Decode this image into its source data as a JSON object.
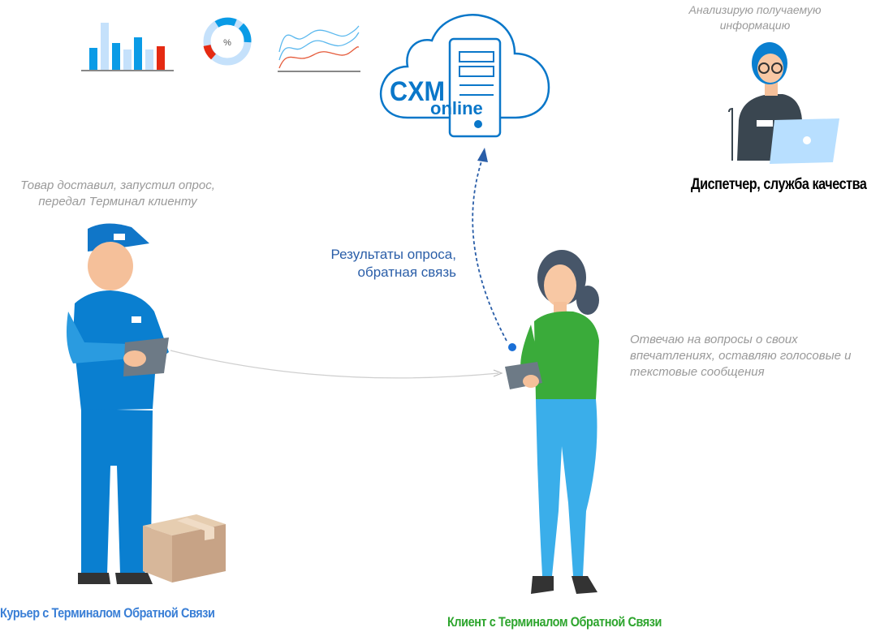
{
  "dashboard_icons": {
    "donut_label": "%"
  },
  "cloud": {
    "logo_main": "CXM",
    "logo_sub": "online"
  },
  "dispatcher": {
    "note_line1": "Анализирую получаемую",
    "note_line2": "информацию",
    "caption": "Диспетчер, служба качества"
  },
  "courier": {
    "note_line1": "Товар доставил, запустил опрос,",
    "note_line2": "передал Терминал клиенту",
    "caption": "Курьер с Терминалом Обратной Связи"
  },
  "client": {
    "note_line1": "Отвечаю на вопросы о своих",
    "note_line2": "впечатлениях, оставляю голосовые и",
    "note_line3": "текстовые сообщения",
    "caption": "Клиент с Терминалом Обратной Связи"
  },
  "flow": {
    "line1": "Результаты опроса,",
    "line2": "обратная связь"
  },
  "colors": {
    "brand_blue": "#0a77c9",
    "courier_caption": "#3a7fd6",
    "client_caption": "#2ea52e",
    "accent_red": "#e52a12"
  }
}
